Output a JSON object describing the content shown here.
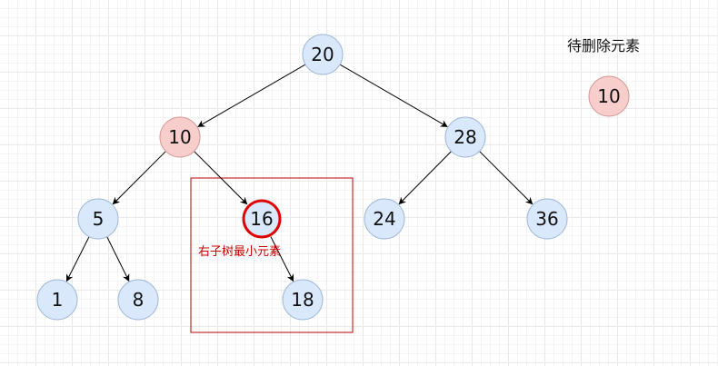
{
  "legend": {
    "title": "待删除元素",
    "value": "10"
  },
  "tree": {
    "nodes": [
      {
        "id": "n20",
        "label": "20",
        "kind": "normal"
      },
      {
        "id": "n10",
        "label": "10",
        "kind": "delete"
      },
      {
        "id": "n28",
        "label": "28",
        "kind": "normal"
      },
      {
        "id": "n5",
        "label": "5",
        "kind": "normal"
      },
      {
        "id": "n16",
        "label": "16",
        "kind": "highlight"
      },
      {
        "id": "n24",
        "label": "24",
        "kind": "normal"
      },
      {
        "id": "n36",
        "label": "36",
        "kind": "normal"
      },
      {
        "id": "n1",
        "label": "1",
        "kind": "normal"
      },
      {
        "id": "n8",
        "label": "8",
        "kind": "normal"
      },
      {
        "id": "n18",
        "label": "18",
        "kind": "normal"
      }
    ],
    "edges": [
      {
        "from": "n20",
        "to": "n10"
      },
      {
        "from": "n20",
        "to": "n28"
      },
      {
        "from": "n10",
        "to": "n5"
      },
      {
        "from": "n10",
        "to": "n16"
      },
      {
        "from": "n28",
        "to": "n24"
      },
      {
        "from": "n28",
        "to": "n36"
      },
      {
        "from": "n5",
        "to": "n1"
      },
      {
        "from": "n5",
        "to": "n8"
      },
      {
        "from": "n16",
        "to": "n18"
      }
    ]
  },
  "annotation": {
    "text": "右子树最小元素"
  },
  "colors": {
    "node_fill": "#dae8fc",
    "node_stroke": "#9fb8d8",
    "delete_fill": "#f8cecc",
    "delete_stroke": "#d49a98",
    "highlight_stroke": "#e00000",
    "box_stroke": "#c00000",
    "edge": "#000000"
  }
}
